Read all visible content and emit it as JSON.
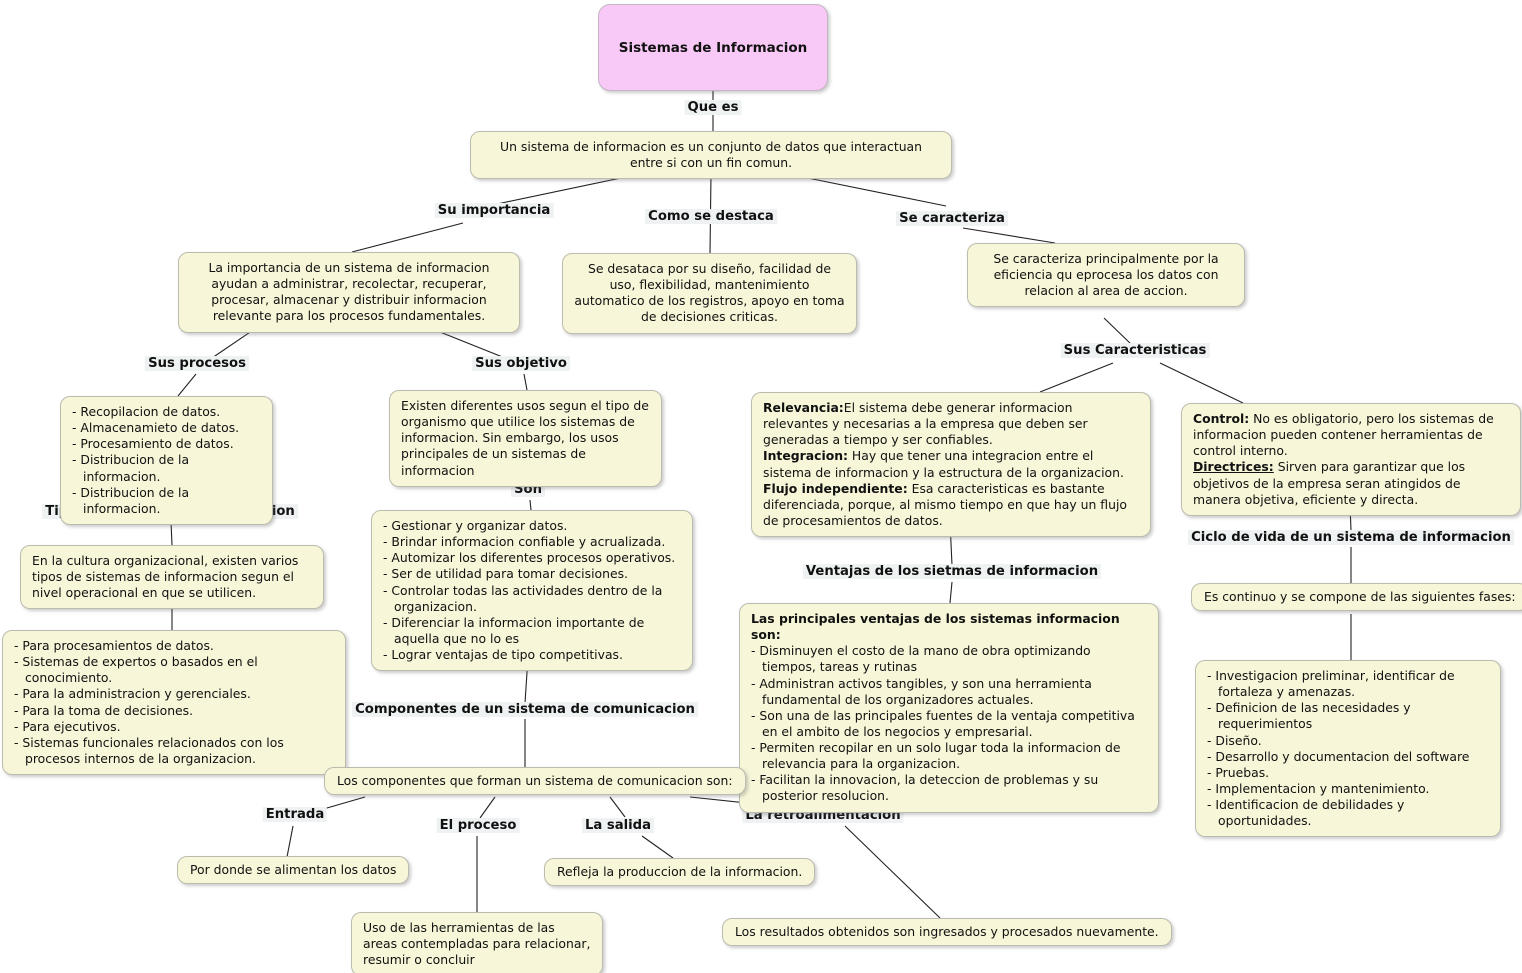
{
  "diagram_title": "Sistemas de Informacion",
  "root": {
    "label": "Sistemas de Informacion"
  },
  "link_labels": {
    "que_es": "Que es",
    "su_importancia": "Su importancia",
    "como_se_destaca": "Como se destaca",
    "se_caracteriza": "Se caracteriza",
    "sus_procesos": "Sus procesos",
    "sus_objetivo": "Sus objetivo",
    "sus_caracteristicas": "Sus Caracteristicas",
    "tipos_de_sistemas": "Tipos de sistemas de informacion",
    "son": "Son",
    "ventajas": "Ventajas de los sietmas de informacion",
    "ciclo_de_vida": "Ciclo de vida de un sistema de informacion",
    "componentes": "Componentes de un sistema de comunicacion",
    "entrada": "Entrada",
    "el_proceso": "El proceso",
    "la_salida": "La salida",
    "la_retroalimentacion": "La retroalimentacion"
  },
  "nodes": {
    "definicion": "Un sistema de informacion es un conjunto de datos que interactuan entre si con un fin comun.",
    "importancia": "La importancia de un sistema de informacion ayudan a administrar, recolectar, recuperar, procesar, almacenar y distribuir informacion relevante para los procesos fundamentales.",
    "destaca": "Se desataca por su diseño, facilidad de uso, flexibilidad, mantenimiento automatico de los registros, apoyo en toma de decisiones criticas.",
    "caracteriza": "Se caracteriza principalmente por la eficiencia qu eprocesa los datos con relacion al area de accion.",
    "procesos": {
      "items": [
        "- Recopilacion de datos.",
        "- Almacenamieto de datos.",
        "- Procesamiento de datos.",
        "- Distribucion de la informacion.",
        "- Distribucion de la informacion."
      ]
    },
    "objetivo": "Existen diferentes usos segun el tipo de organismo que utilice los sistemas de informacion. Sin embargo, los usos principales de un sistemas de informacion",
    "son": {
      "items": [
        "- Gestionar y organizar datos.",
        "- Brindar informacion confiable y acrualizada.",
        "- Automizar los diferentes procesos operativos.",
        "- Ser de utilidad para tomar decisiones.",
        "- Controlar todas las actividades dentro de la organizacion.",
        "- Diferenciar la informacion importante de aquella que no lo es",
        "- Lograr ventajas de tipo competitivas."
      ]
    },
    "caracteristicas": {
      "relevancia_label": "Relevancia:",
      "relevancia_text": "El sistema debe generar informacion relevantes y necesarias a la empresa que deben ser generadas a tiempo y ser confiables.",
      "integracion_label": "Integracion:",
      "integracion_text": " Hay que tener una integracion entre el sistema de informacion y la estructura de la organizacion.",
      "flujo_label": "Flujo independiente:",
      "flujo_text": " Esa caracteristicas es bastante diferenciada, porque, al mismo tiempo en que hay un flujo de procesamientos de datos."
    },
    "control": {
      "control_label": "Control:",
      "control_text": " No es obligatorio, pero los sistemas de informacion pueden contener herramientas de control interno.",
      "directrices_label": "Directrices:",
      "directrices_text": " Sirven para garantizar que los objetivos de la empresa seran atingidos de manera objetiva, eficiente y directa."
    },
    "tipos_intro": "En la cultura organizacional, existen varios tipos de sistemas de informacion segun el nivel operacional en que se utilicen.",
    "tipos": {
      "items": [
        "- Para procesamientos de datos.",
        "- Sistemas de expertos o basados en el conocimiento.",
        "- Para la administracion y gerenciales.",
        "- Para la toma de decisiones.",
        "- Para ejecutivos.",
        "- Sistemas funcionales relacionados con los procesos internos de la organizacion."
      ]
    },
    "ventajas": {
      "heading": "Las principales ventajas de los sistemas informacion son:",
      "items": [
        "- Disminuyen el costo de la mano de obra optimizando tiempos, tareas y rutinas",
        "- Administran activos tangibles, y son una herramienta fundamental de los organizadores actuales.",
        "- Son una de las principales fuentes de la ventaja competitiva en el ambito de los negocios y empresarial.",
        "- Permiten recopilar en un solo lugar toda la informacion de relevancia para la organizacion.",
        "- Facilitan la innovacion, la deteccion de problemas y su posterior resolucion."
      ]
    },
    "ciclo_intro": "Es continuo y se compone de las siguientes fases:",
    "fases": {
      "items": [
        "- Investigacion preliminar, identificar de fortaleza y amenazas.",
        "- Definicion de las necesidades y requerimientos",
        "- Diseño.",
        "- Desarrollo y documentacion del software",
        "- Pruebas.",
        "- Implementacion y mantenimiento.",
        "- Identificacion de debilidades y oportunidades."
      ]
    },
    "componentes_intro": "Los componentes que forman un sistema de comunicacion son:",
    "entrada_def": "Por donde se alimentan los datos",
    "proceso_def": "Uso de las herramientas de las areas contempladas para relacionar, resumir o concluir",
    "salida_def": "Refleja la produccion de la informacion.",
    "retro_def": "Los resultados obtenidos son ingresados y procesados nuevamente."
  },
  "colors": {
    "root_fill": "#f8c9f6",
    "node_fill": "#f7f6d8",
    "node_border": "#bcbcae",
    "label_bg": "#eef2f2",
    "line": "#222222"
  }
}
